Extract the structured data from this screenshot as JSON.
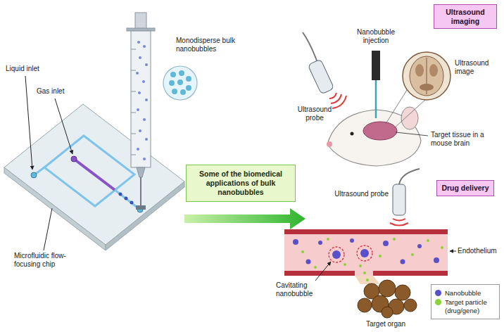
{
  "diagram": {
    "nodes": [
      {
        "text": [
          "Some of the biomedical applications of bulk nanobubbles"
        ]
      },
      {
        "text": [
          "Ultrasound imaging"
        ]
      },
      {
        "text": [
          "Drug delivery"
        ]
      }
    ],
    "labels": [
      "Liquid inlet",
      "Gas inlet",
      "Monodisperse bulk nanobubbles",
      "Microfluidic flow-focusing chip",
      "Nanobubble injection",
      "Ultrasound probe",
      "Ultrasound image",
      "Target tissue in a mouse brain",
      "Ultrasound probe",
      "Endothelium",
      "Cavitating nanobubble",
      "Target organ"
    ],
    "legend": [
      {
        "text": "Nanobubble",
        "color": "#5a50c8"
      },
      {
        "text": "Target particle (drug/gene)",
        "color": "#8cd33a"
      }
    ]
  }
}
